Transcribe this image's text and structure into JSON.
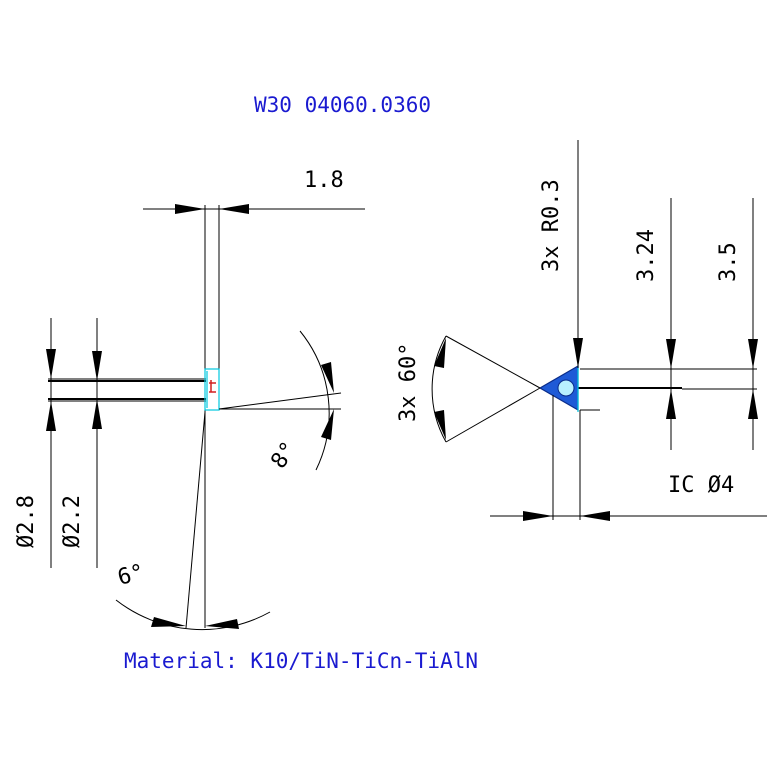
{
  "header": {
    "part_number": "W30 04060.0360"
  },
  "footer": {
    "material": "Material: K10/TiN-TiCn-TiAlN"
  },
  "dimensions": {
    "width": "1.8",
    "diameter_outer": "Ø2.8",
    "diameter_inner": "Ø2.2",
    "clearance_angle": "8°",
    "relief_angle": "6°",
    "corner_radius": "3x R0.3",
    "insert_height_1": "3.24",
    "insert_height_2": "3.5",
    "insert_angle": "3x 60°",
    "inscribed_circle": "IC Ø4"
  },
  "colors": {
    "text_blue": "#1a1ad0",
    "insert_blue": "#1e5ad6",
    "outline_cyan": "#00c8e0",
    "insert_hole": "#b8f0ff",
    "marker_red": "#d02020"
  }
}
